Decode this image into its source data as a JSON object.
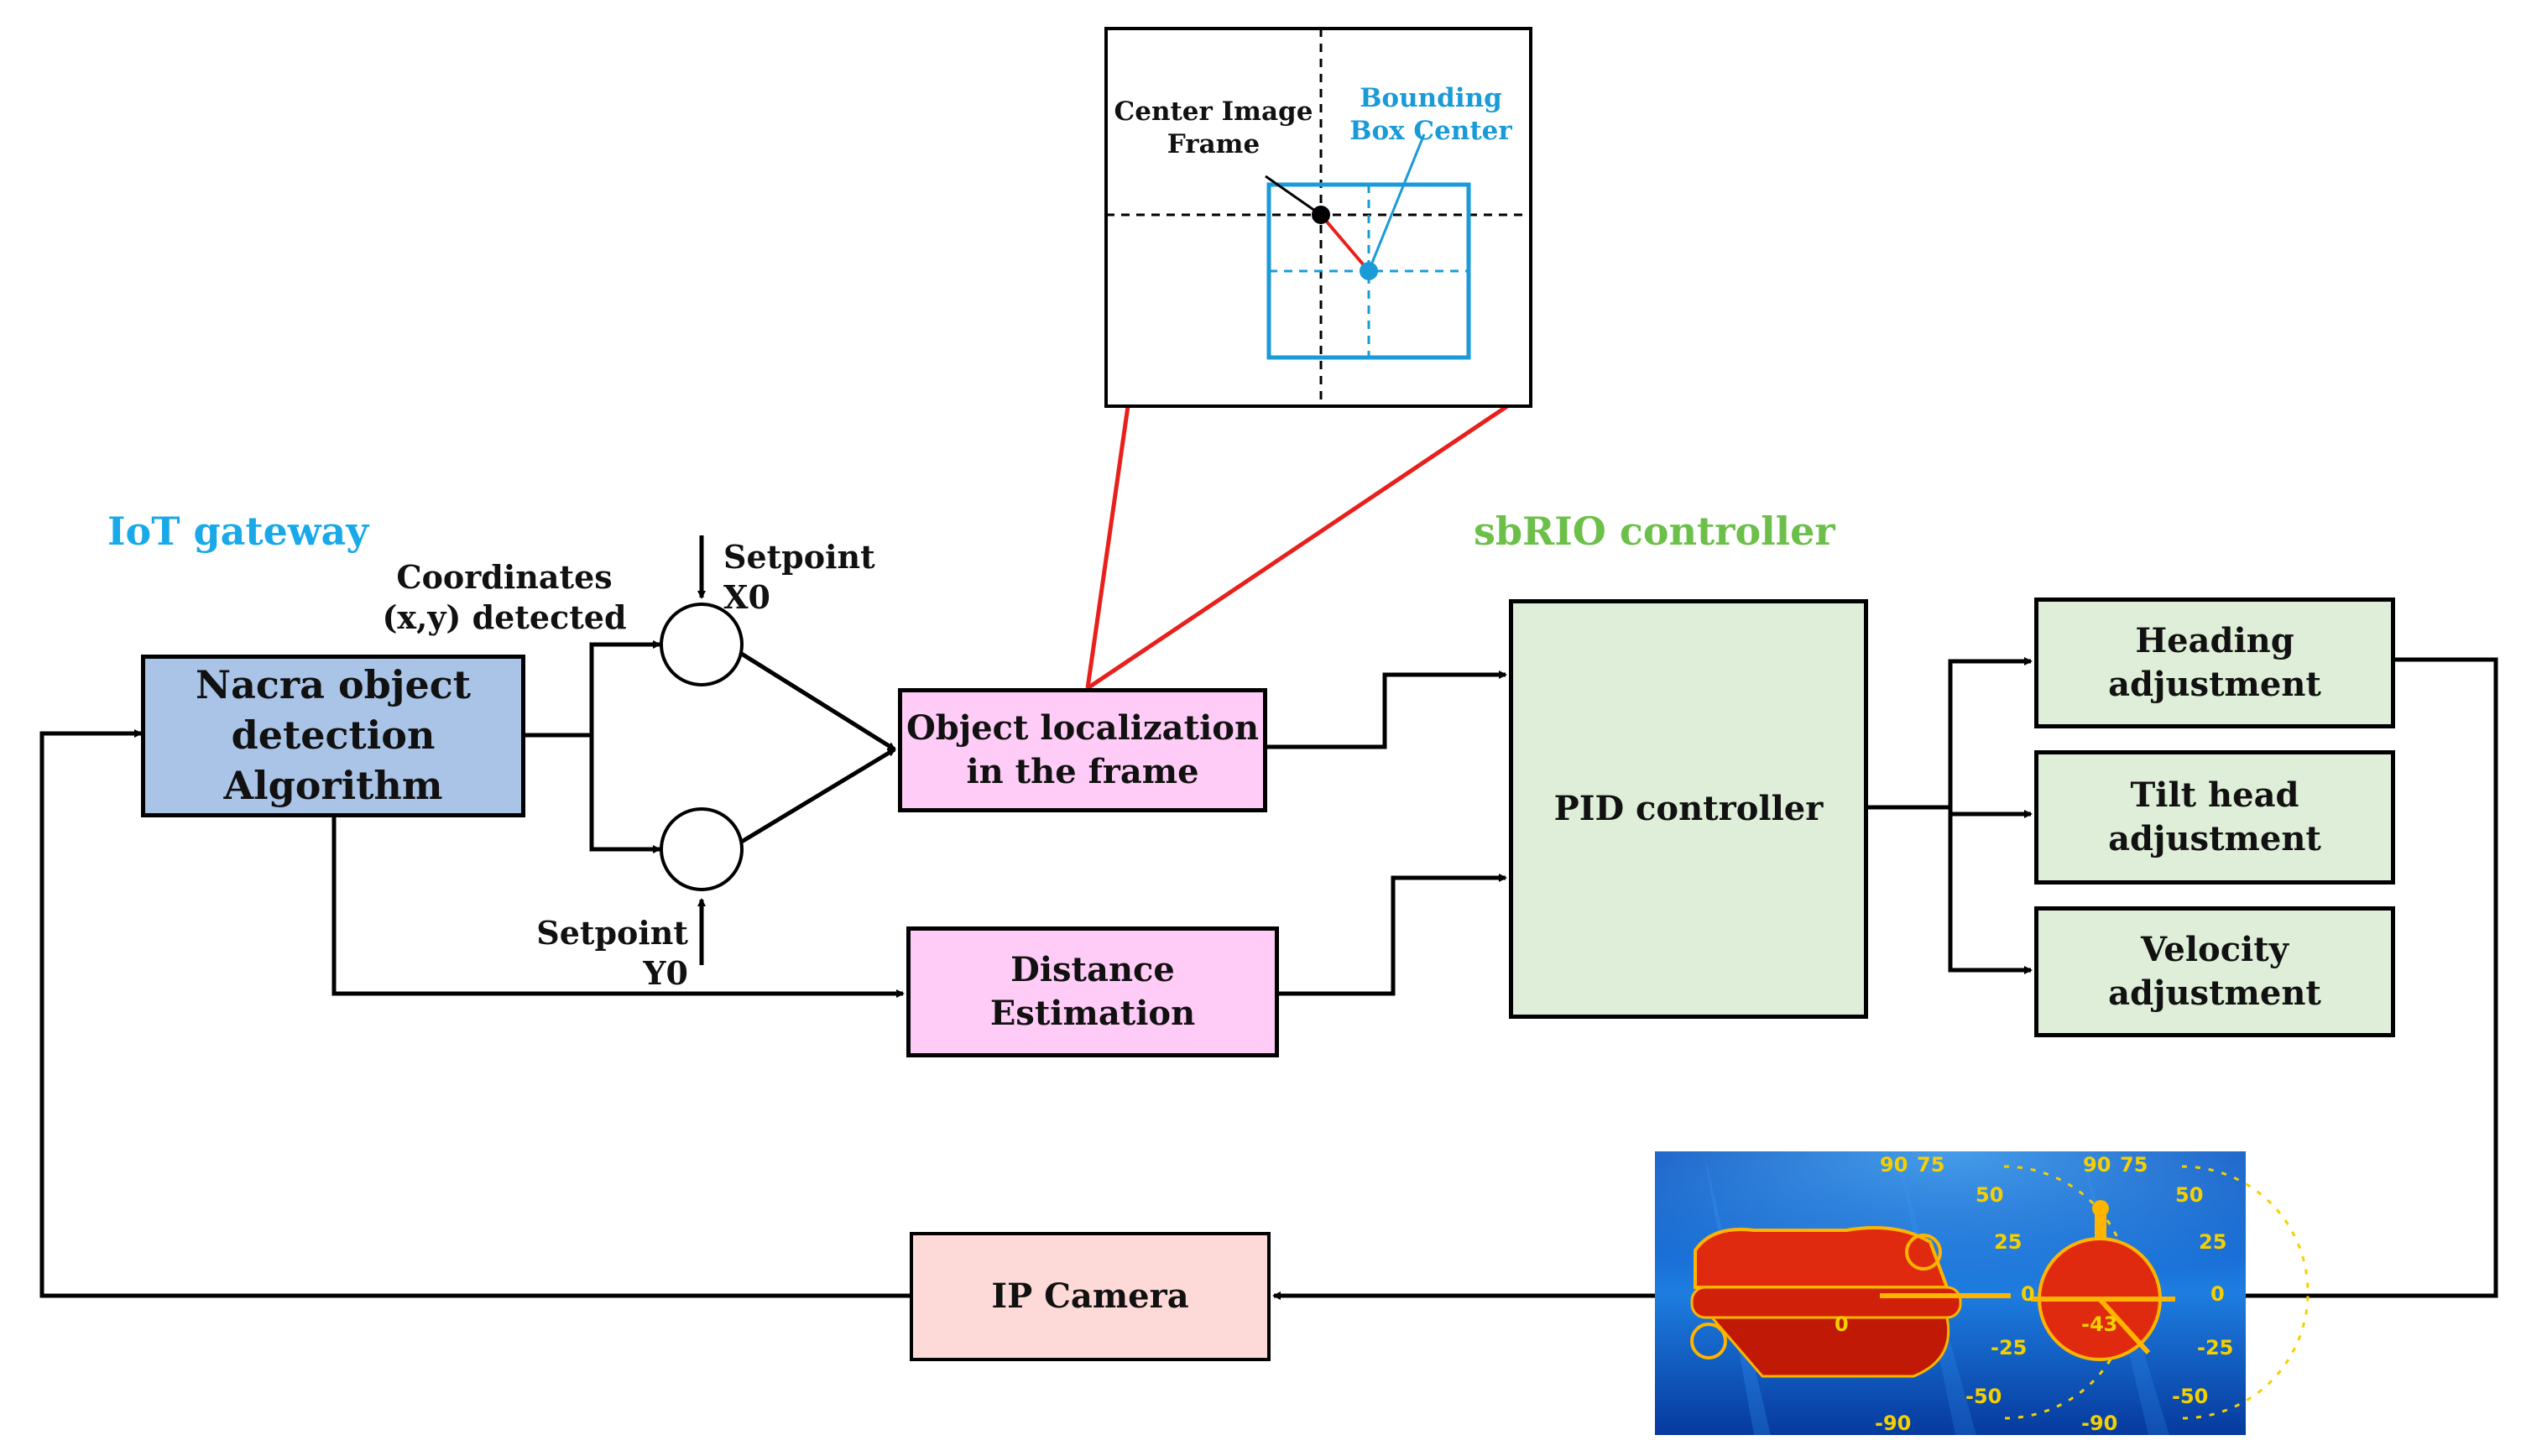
{
  "groups": {
    "iot": {
      "title": "IoT gateway",
      "color": "#1aa9e8",
      "fill": "#d6e3f2"
    },
    "sbrio": {
      "title": "sbRIO controller",
      "color": "#6cc04a",
      "fill": "#deeed8"
    }
  },
  "nodes": {
    "nacra": "Nacra object\ndetection\nAlgorithm",
    "localization": "Object localization\nin the frame",
    "distance": "Distance Estimation",
    "pid": "PID controller",
    "heading": "Heading\nadjustment",
    "tilt": "Tilt head\nadjustment",
    "velocity": "Velocity adjustment",
    "camera": "IP Camera"
  },
  "labels": {
    "coordinates": "Coordinates\n(x,y) detected",
    "setpoint_x": "Setpoint X0",
    "setpoint_y": "Setpoint Y0"
  },
  "inset": {
    "center_label": "Center Image\nFrame",
    "bbox_label": "Bounding\nBox Center"
  },
  "gauges": {
    "left": {
      "ticks": [
        "90",
        "75",
        "50",
        "25",
        "0",
        "-25",
        "-50",
        "-90"
      ],
      "reading": "0"
    },
    "right": {
      "ticks": [
        "90",
        "75",
        "50",
        "25",
        "0",
        "-25",
        "-50",
        "-90"
      ],
      "reading": "-43"
    }
  },
  "colors": {
    "nacra_fill": "#a9c4e6",
    "pink_fill": "#ffccf7",
    "green_fill": "#deeed8",
    "camera_fill": "#fddad8",
    "link_red": "#e8201c",
    "bbox_blue": "#1a9bd8"
  }
}
